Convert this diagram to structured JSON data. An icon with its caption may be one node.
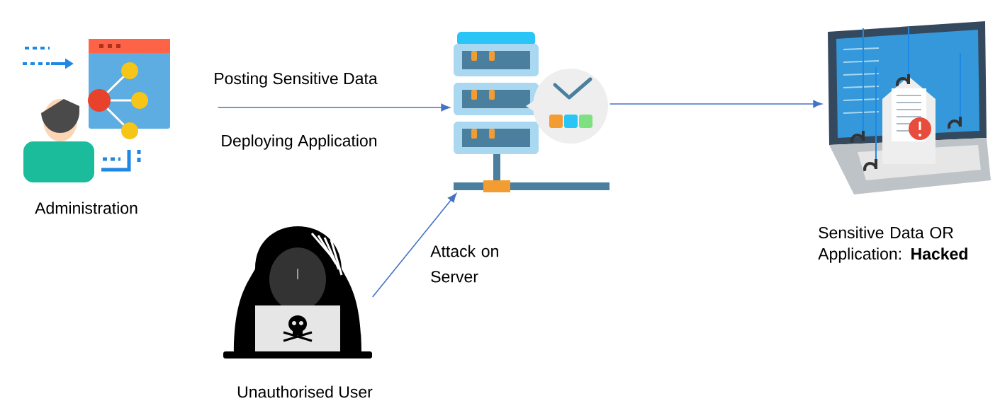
{
  "diagram": {
    "nodes": [
      {
        "text": [
          "Administration"
        ]
      },
      {
        "text": [],
        "shape": "picture"
      },
      {
        "text": [
          "Unauthorised User"
        ]
      },
      {
        "text": [
          "Sensitive Data OR Application: **Hacked**"
        ]
      }
    ],
    "edges": [
      {
        "from": 0,
        "to": 1,
        "arrow": "to",
        "label": "Posting Sensitive Data"
      },
      {
        "from": 2,
        "to": 1,
        "arrow": "to",
        "label": "Attack on Server"
      },
      {
        "from": 1,
        "to": 3,
        "arrow": "to"
      }
    ],
    "labels": [
      "Deploying Application"
    ]
  }
}
